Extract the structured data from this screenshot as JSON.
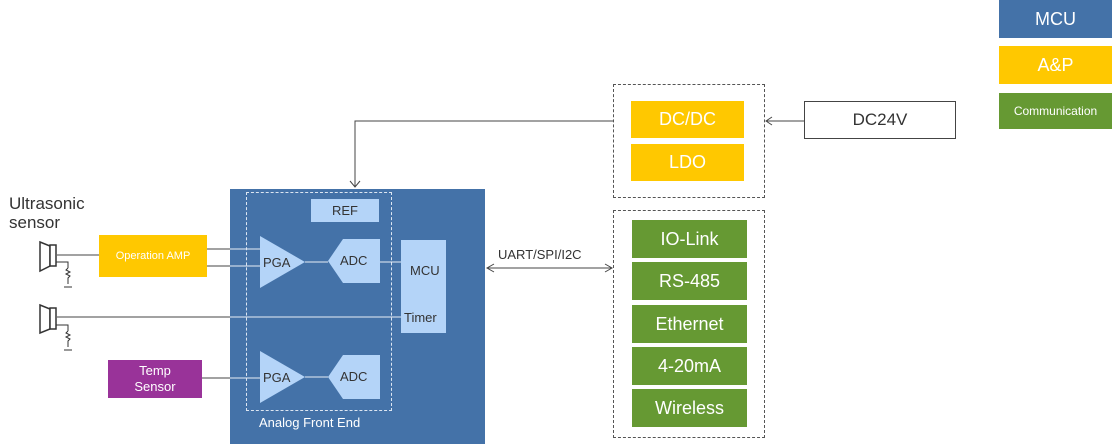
{
  "legend": {
    "items": [
      {
        "label": "MCU",
        "color": "#4472a8"
      },
      {
        "label": "A&P",
        "color": "#ffc800"
      },
      {
        "label": "Communication",
        "color": "#669933"
      }
    ]
  },
  "sensor": {
    "title": "Ultrasonic\nsensor",
    "title_line1": "Ultrasonic",
    "title_line2": "sensor"
  },
  "opamp": {
    "label": "Operation AMP"
  },
  "temp_sensor": {
    "line1": "Temp",
    "line2": "Sensor"
  },
  "mcu_block": {
    "ref": "REF",
    "pga1": "PGA",
    "adc1": "ADC",
    "pga2": "PGA",
    "adc2": "ADC",
    "mcu": "MCU",
    "timer": "Timer",
    "afe_label": "Analog  Front End"
  },
  "bus_label": "UART/SPI/I2C",
  "power": {
    "items": [
      "DC/DC",
      "LDO"
    ],
    "input": "DC24V"
  },
  "communication": {
    "items": [
      "IO-Link",
      "RS-485",
      "Ethernet",
      "4-20mA",
      "Wireless"
    ]
  }
}
